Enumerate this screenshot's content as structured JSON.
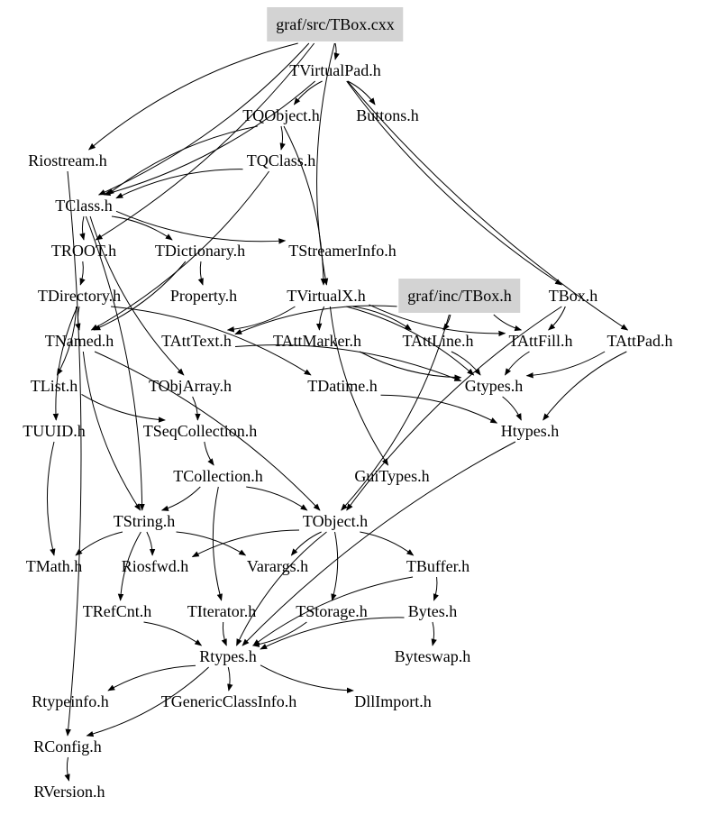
{
  "diagram": {
    "type": "include-dependency-graph",
    "highlight_color": "#d3d3d3",
    "edge_color": "#000000",
    "nodes": [
      {
        "id": "cxx",
        "label": "graf/src/TBox.cxx",
        "highlight": true
      },
      {
        "id": "vpad",
        "label": "TVirtualPad.h"
      },
      {
        "id": "qobj",
        "label": "TQObject.h"
      },
      {
        "id": "buttons",
        "label": "Buttons.h"
      },
      {
        "id": "riostream",
        "label": "Riostream.h"
      },
      {
        "id": "qclass",
        "label": "TQClass.h"
      },
      {
        "id": "tclass",
        "label": "TClass.h"
      },
      {
        "id": "troot",
        "label": "TROOT.h"
      },
      {
        "id": "tdict",
        "label": "TDictionary.h"
      },
      {
        "id": "tsi",
        "label": "TStreamerInfo.h"
      },
      {
        "id": "tdir",
        "label": "TDirectory.h"
      },
      {
        "id": "prop",
        "label": "Property.h"
      },
      {
        "id": "tvx",
        "label": "TVirtualX.h"
      },
      {
        "id": "incbox",
        "label": "graf/inc/TBox.h",
        "highlight": true
      },
      {
        "id": "tbox",
        "label": "TBox.h"
      },
      {
        "id": "tnamed",
        "label": "TNamed.h"
      },
      {
        "id": "atext",
        "label": "TAttText.h"
      },
      {
        "id": "amarker",
        "label": "TAttMarker.h"
      },
      {
        "id": "aline",
        "label": "TAttLine.h"
      },
      {
        "id": "afill",
        "label": "TAttFill.h"
      },
      {
        "id": "apad",
        "label": "TAttPad.h"
      },
      {
        "id": "tlist",
        "label": "TList.h"
      },
      {
        "id": "tobjarr",
        "label": "TObjArray.h"
      },
      {
        "id": "tdatime",
        "label": "TDatime.h"
      },
      {
        "id": "gtypes",
        "label": "Gtypes.h"
      },
      {
        "id": "tuuid",
        "label": "TUUID.h"
      },
      {
        "id": "tseq",
        "label": "TSeqCollection.h"
      },
      {
        "id": "htypes",
        "label": "Htypes.h"
      },
      {
        "id": "tcoll",
        "label": "TCollection.h"
      },
      {
        "id": "guitypes",
        "label": "GuiTypes.h"
      },
      {
        "id": "tstring",
        "label": "TString.h"
      },
      {
        "id": "tobject",
        "label": "TObject.h"
      },
      {
        "id": "tmath",
        "label": "TMath.h"
      },
      {
        "id": "riosfwd",
        "label": "Riosfwd.h"
      },
      {
        "id": "varargs",
        "label": "Varargs.h"
      },
      {
        "id": "tbuffer",
        "label": "TBuffer.h"
      },
      {
        "id": "trefcnt",
        "label": "TRefCnt.h"
      },
      {
        "id": "titer",
        "label": "TIterator.h"
      },
      {
        "id": "tstorage",
        "label": "TStorage.h"
      },
      {
        "id": "bytes",
        "label": "Bytes.h"
      },
      {
        "id": "rtypes",
        "label": "Rtypes.h"
      },
      {
        "id": "byteswap",
        "label": "Byteswap.h"
      },
      {
        "id": "rtypeinfo",
        "label": "Rtypeinfo.h"
      },
      {
        "id": "tgci",
        "label": "TGenericClassInfo.h"
      },
      {
        "id": "dllimport",
        "label": "DllImport.h"
      },
      {
        "id": "rconfig",
        "label": "RConfig.h"
      },
      {
        "id": "rversion",
        "label": "RVersion.h"
      }
    ],
    "edges": [
      [
        "cxx",
        "vpad"
      ],
      [
        "cxx",
        "riostream"
      ],
      [
        "cxx",
        "tclass"
      ],
      [
        "cxx",
        "tvx"
      ],
      [
        "cxx",
        "troot"
      ],
      [
        "vpad",
        "qobj"
      ],
      [
        "vpad",
        "buttons"
      ],
      [
        "vpad",
        "apad"
      ],
      [
        "vpad",
        "tclass"
      ],
      [
        "vpad",
        "tbox"
      ],
      [
        "qobj",
        "qclass"
      ],
      [
        "qobj",
        "tclass"
      ],
      [
        "qobj",
        "tvx"
      ],
      [
        "qclass",
        "tclass"
      ],
      [
        "qclass",
        "tnamed"
      ],
      [
        "tclass",
        "troot"
      ],
      [
        "tclass",
        "tdict"
      ],
      [
        "tclass",
        "tsi"
      ],
      [
        "tclass",
        "tstring"
      ],
      [
        "tclass",
        "tobjarr"
      ],
      [
        "troot",
        "tdir"
      ],
      [
        "tdict",
        "prop"
      ],
      [
        "tdict",
        "tnamed"
      ],
      [
        "tdir",
        "tnamed"
      ],
      [
        "tdir",
        "tlist"
      ],
      [
        "tdir",
        "tuuid"
      ],
      [
        "tdir",
        "tdatime"
      ],
      [
        "tnamed",
        "tstring"
      ],
      [
        "tnamed",
        "tobject"
      ],
      [
        "tlist",
        "tseq"
      ],
      [
        "tobjarr",
        "tseq"
      ],
      [
        "tseq",
        "tcoll"
      ],
      [
        "tcoll",
        "tobject"
      ],
      [
        "tcoll",
        "titer"
      ],
      [
        "tcoll",
        "tstring"
      ],
      [
        "tstring",
        "tmath"
      ],
      [
        "tstring",
        "riosfwd"
      ],
      [
        "tstring",
        "trefcnt"
      ],
      [
        "tstring",
        "varargs"
      ],
      [
        "tobject",
        "varargs"
      ],
      [
        "tobject",
        "tstorage"
      ],
      [
        "tobject",
        "riosfwd"
      ],
      [
        "tobject",
        "tbuffer"
      ],
      [
        "tobject",
        "rtypes"
      ],
      [
        "tbuffer",
        "bytes"
      ],
      [
        "tbuffer",
        "rtypes"
      ],
      [
        "bytes",
        "byteswap"
      ],
      [
        "bytes",
        "rtypes"
      ],
      [
        "trefcnt",
        "rtypes"
      ],
      [
        "titer",
        "rtypes"
      ],
      [
        "tstorage",
        "rtypes"
      ],
      [
        "rtypes",
        "rtypeinfo"
      ],
      [
        "rtypes",
        "tgci"
      ],
      [
        "rtypes",
        "dllimport"
      ],
      [
        "rtypes",
        "rconfig"
      ],
      [
        "rconfig",
        "rversion"
      ],
      [
        "tvx",
        "atext"
      ],
      [
        "tvx",
        "amarker"
      ],
      [
        "tvx",
        "aline"
      ],
      [
        "tvx",
        "afill"
      ],
      [
        "tvx",
        "gtypes"
      ],
      [
        "tvx",
        "guitypes"
      ],
      [
        "incbox",
        "aline"
      ],
      [
        "incbox",
        "afill"
      ],
      [
        "incbox",
        "tobject"
      ],
      [
        "incbox",
        "atext"
      ],
      [
        "tbox",
        "afill"
      ],
      [
        "tbox",
        "tobject"
      ],
      [
        "atext",
        "gtypes"
      ],
      [
        "amarker",
        "gtypes"
      ],
      [
        "aline",
        "gtypes"
      ],
      [
        "afill",
        "gtypes"
      ],
      [
        "apad",
        "gtypes"
      ],
      [
        "apad",
        "htypes"
      ],
      [
        "gtypes",
        "htypes"
      ],
      [
        "htypes",
        "rtypes"
      ],
      [
        "tdatime",
        "htypes"
      ],
      [
        "tuuid",
        "tmath"
      ],
      [
        "riostream",
        "rconfig"
      ]
    ]
  }
}
